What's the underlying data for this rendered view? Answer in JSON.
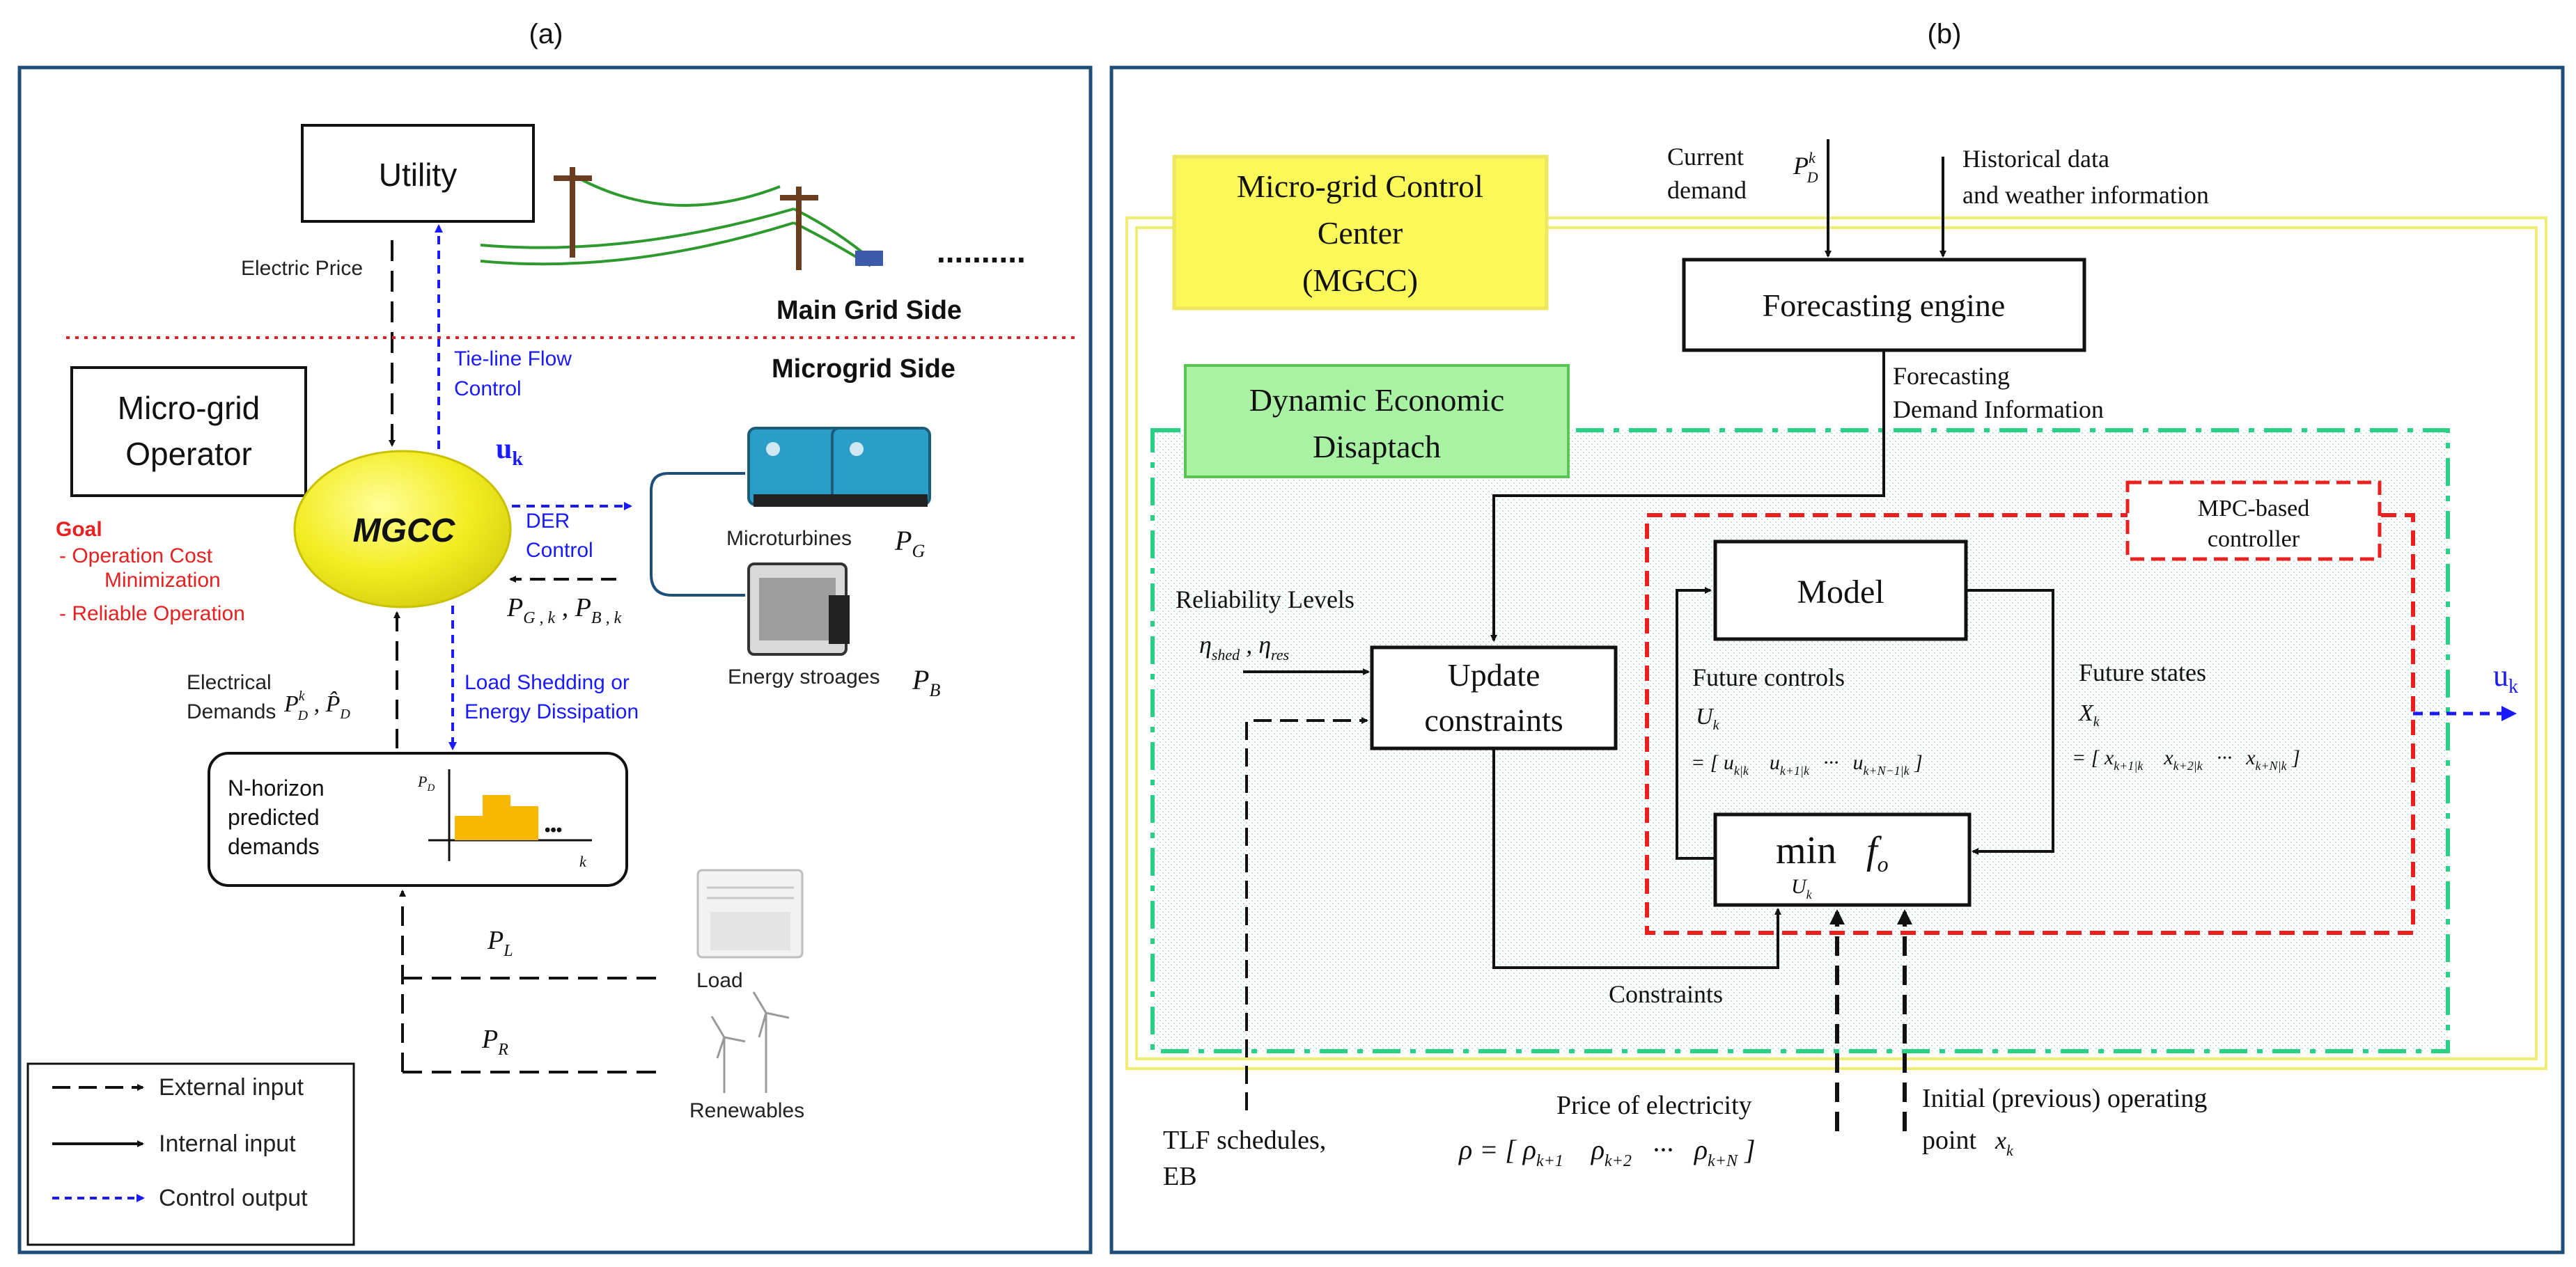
{
  "panel_a": {
    "label": "(a)",
    "utility": "Utility",
    "electric_price": "Electric Price",
    "tie_line_1": "Tie-line Flow",
    "tie_line_2": "Control",
    "dots": "..........",
    "main_grid_side": "Main Grid Side",
    "microgrid_side": "Microgrid Side",
    "operator_1": "Micro-grid",
    "operator_2": "Operator",
    "uk": "u",
    "uk_sub": "k",
    "mgcc": "MGCC",
    "goal_title": "Goal",
    "goal_1": "-  Operation Cost",
    "goal_1b": "Minimization",
    "goal_2": "-    Reliable Operation",
    "der_1": "DER",
    "der_2": "Control",
    "microturbines": "Microturbines",
    "pg": "P",
    "pg_sub": "G",
    "pgk": "P",
    "pgk_sub": "G , k",
    "pbk": "P",
    "pbk_sub": "B , k",
    "energy_storages": "Energy stroages",
    "pb": "P",
    "pb_sub": "B",
    "elec_demand_1": "Electrical",
    "elec_demand_2": "Demands",
    "pd_sym": "P",
    "pd_sup": "k",
    "pd_sub": "D",
    "pdhat_sym": "P̂",
    "pdhat_sub": "D",
    "load_shed_1": "Load Shedding or",
    "load_shed_2": "Energy Dissipation",
    "nhorizon_1": "N-horizon",
    "nhorizon_2": "predicted",
    "nhorizon_3": "demands",
    "mini_pd": "P",
    "mini_pd_sub": "D",
    "mini_k": "k",
    "mini_dots": "•••",
    "pl": "P",
    "pl_sub": "L",
    "pr": "P",
    "pr_sub": "R",
    "load": "Load",
    "renewables": "Renewables",
    "legend": {
      "external": "External input",
      "internal": "Internal input",
      "control": "Control output"
    }
  },
  "panel_b": {
    "label": "(b)",
    "mgcc_1": "Micro-grid Control",
    "mgcc_2": "Center",
    "mgcc_3": "(MGCC)",
    "current_1": "Current",
    "current_2": "demand",
    "current_p": "P",
    "current_sup": "k",
    "current_sub": "D",
    "hist_1": "Historical data",
    "hist_2": "and weather information",
    "forecasting": "Forecasting engine",
    "fc_info_1": "Forecasting",
    "fc_info_2": "Demand Information",
    "ded_1": "Dynamic Economic",
    "ded_2": "Disaptach",
    "mpc_1": "MPC-based",
    "mpc_2": "controller",
    "model": "Model",
    "reliability": "Reliability  Levels",
    "eta": "η",
    "eta_shed": "shed",
    "eta_res": "res",
    "update_1": "Update",
    "update_2": "constraints",
    "future_controls": "Future controls",
    "uk_cap": "U",
    "uk_cap_sub": "k",
    "uk_vector": "= [ u",
    "u0_sub": "k|k",
    "u1": "u",
    "u1_sub": "k+1|k",
    "udots": "···",
    "u2": "u",
    "u2_sub": "k+N−1|k",
    "future_states": "Future states",
    "xk_cap": "X",
    "xk_cap_sub": "k",
    "x_vector": "= [ x",
    "x0_sub": "k+1|k",
    "x1": "x",
    "x1_sub": "k+2|k",
    "xdots": "···",
    "x2": "x",
    "x2_sub": "k+N|k",
    "uk_out": "u",
    "uk_out_sub": "k",
    "min": "min",
    "min_sub": "U",
    "min_sub_sub": "k",
    "fo": "f",
    "fo_sub": "o",
    "constraints": "Constraints",
    "tlf_1": "TLF schedules,",
    "tlf_2": "EB",
    "price": "Price of electricity",
    "rho_eq": "ρ = [ ρ",
    "rho0_sub": "k+1",
    "rho1": "ρ",
    "rho1_sub": "k+2",
    "rho_dots": "···",
    "rho2": "ρ",
    "rho2_sub": "k+N",
    "initial_1": "Initial  (previous)  operating",
    "initial_2": "point",
    "xk": "x",
    "xk_sub": "k"
  },
  "colors": {
    "frame": "#1f4e79",
    "blue": "#1a1aff",
    "red": "#e82020",
    "yellow_box": "#fbf85a",
    "green_box": "#a9f2a4",
    "green_dash": "#2bcf86",
    "mgcc_ellipse": "#f2ec1e",
    "bar": "#f6b800"
  }
}
